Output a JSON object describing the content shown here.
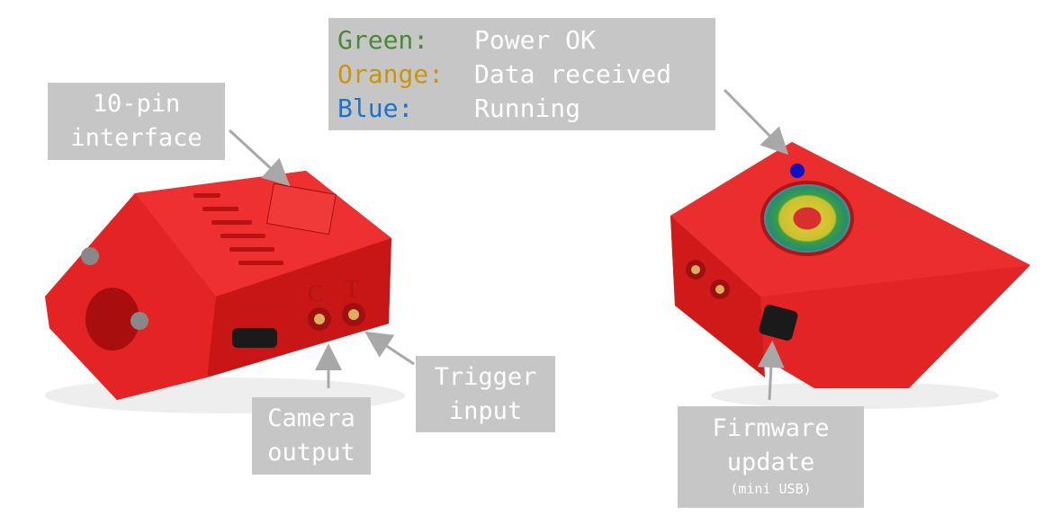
{
  "led_legend": [
    {
      "color_name": "Green:",
      "meaning": "Power OK",
      "color": "#4a8a32"
    },
    {
      "color_name": "Orange:",
      "meaning": "Data received",
      "color": "#c9950a"
    },
    {
      "color_name": "Blue:",
      "meaning": "Running",
      "color": "#1a73c8"
    }
  ],
  "labels": {
    "interface": [
      "10-pin",
      "interface"
    ],
    "camera": [
      "Camera",
      "output"
    ],
    "trigger": [
      "Trigger",
      "input"
    ],
    "firmware": [
      "Firmware",
      "update",
      "(mini USB)"
    ]
  },
  "panel_markings": {
    "camera": "C",
    "trigger": "T"
  },
  "colors": {
    "body": "#e02020",
    "label_bg": "#c6c6c6",
    "arrow": "#a8a8a8"
  }
}
